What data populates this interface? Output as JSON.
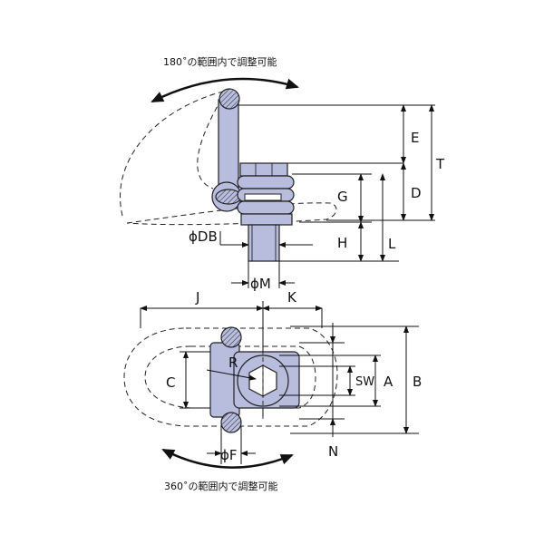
{
  "captions": {
    "top_rotation": "180˚の範囲内で調整可能",
    "bottom_rotation": "360˚の範囲内で調整可能"
  },
  "side_view_labels": {
    "E": "E",
    "T": "T",
    "G": "G",
    "D": "D",
    "H": "H",
    "L": "L",
    "DB": "ϕDB",
    "M": "ϕM"
  },
  "top_view_labels": {
    "J": "J",
    "K": "K",
    "C": "C",
    "R": "R",
    "SW": "SW",
    "A": "A",
    "B": "B",
    "N": "N",
    "F": "ϕF"
  },
  "colors": {
    "part_fill": "#b8bcdd",
    "line": "#111111"
  }
}
